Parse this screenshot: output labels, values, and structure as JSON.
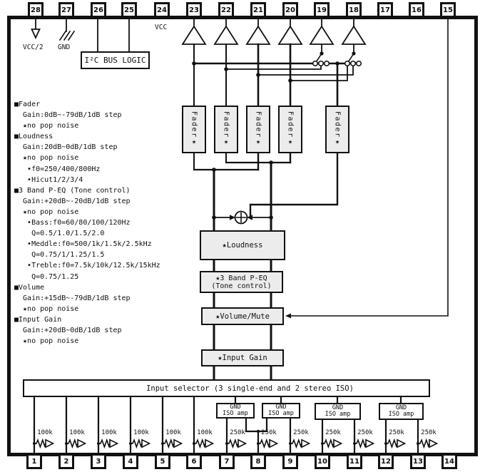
{
  "diagram": {
    "top_pins": [
      "28",
      "27",
      "26",
      "25",
      "24",
      "23",
      "22",
      "21",
      "20",
      "19",
      "18",
      "17",
      "16",
      "15"
    ],
    "bottom_pins": [
      "1",
      "2",
      "3",
      "4",
      "5",
      "6",
      "7",
      "8",
      "9",
      "10",
      "11",
      "12",
      "13",
      "14"
    ],
    "power_labels": {
      "vcc_half": "VCC/2",
      "gnd": "GND",
      "vcc": "VCC"
    },
    "i2c_label": "I²C BUS LOGIC",
    "spec_lines": [
      "■Fader",
      "  Gain:0dB~-79dB/1dB step",
      "  ★no pop noise",
      "■Loudness",
      "  Gain:20dB~0dB/1dB step",
      "  ★no pop noise",
      "   •f0=250/400/800Hz",
      "   •Hicut1/2/3/4",
      "■3 Band P-EQ (Tone control)",
      "  Gain:+20dB~-20dB/1dB step",
      "  ★no pop noise",
      "   •Bass:f0=60/80/100/120Hz",
      "    Q=0.5/1.0/1.5/2.0",
      "   •Meddle:f0=500/1k/1.5k/2.5kHz",
      "    Q=0.75/1/1.25/1.5",
      "   •Treble:f0=7.5k/10k/12.5k/15kHz",
      "    Q=0.75/1.25",
      "■Volume",
      "  Gain:+15dB~-79dB/1dB step",
      "  ★no pop noise",
      "■Input Gain",
      "  Gain:+20dB~0dB/1dB step",
      "  ★no pop noise"
    ],
    "fader_label": "Fader★",
    "chain": {
      "loudness": "★Loudness",
      "peq_line1": "★3 Band P-EQ",
      "peq_line2": "(Tone control)",
      "volume": "★Volume/Mute",
      "input_gain": "★Input Gain"
    },
    "selector_label": "Input selector (3 single-end and 2 stereo ISO)",
    "iso_amp": {
      "line1": "GND",
      "line2": "ISO amp"
    },
    "resistors": [
      "100k",
      "100k",
      "100k",
      "100k",
      "100k",
      "100k",
      "250k",
      "250k",
      "250k",
      "250k",
      "250k",
      "250k",
      "250k"
    ]
  }
}
